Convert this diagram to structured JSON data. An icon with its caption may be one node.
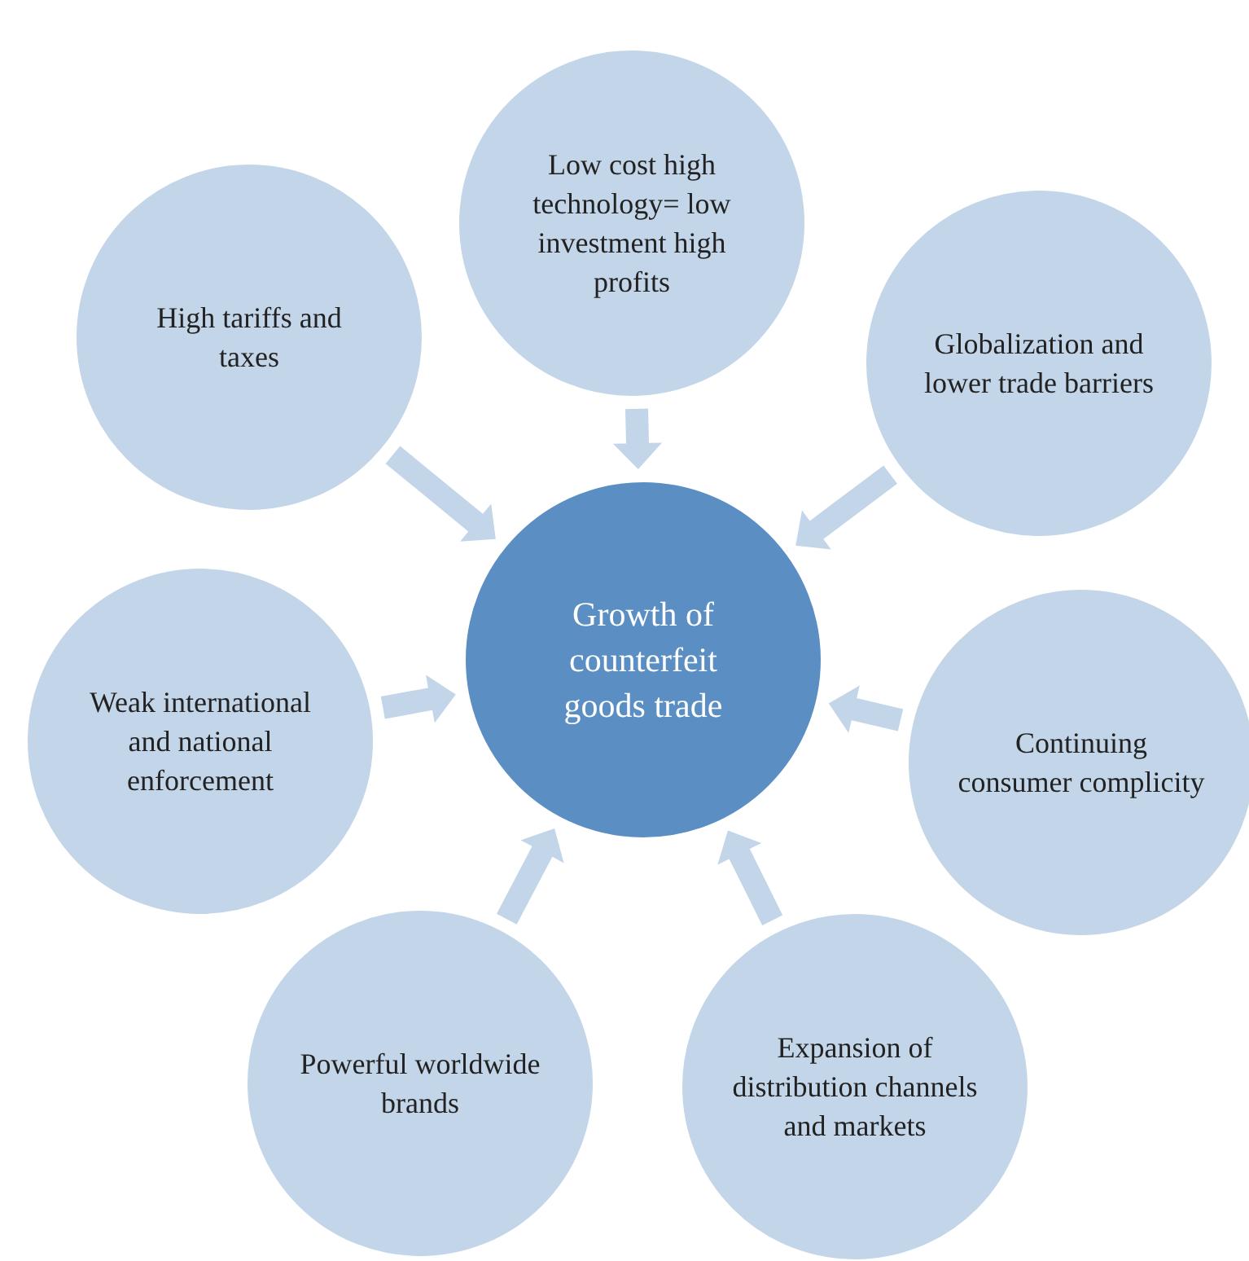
{
  "diagram": {
    "nodes": [
      {
        "text": [
          "Low cost high technology= low investment high profits"
        ]
      },
      {
        "text": [
          "High tariffs and taxes"
        ]
      },
      {
        "text": [
          "Globalization and lower trade barriers"
        ]
      },
      {
        "text": [
          "Growth of counterfeit goods trade"
        ]
      },
      {
        "text": [
          "Weak international and national enforcement"
        ]
      },
      {
        "text": [
          "Continuing consumer complicity"
        ]
      },
      {
        "text": [
          "Powerful worldwide brands"
        ]
      },
      {
        "text": [
          "Expansion of distribution channels and markets"
        ]
      }
    ],
    "edges": [
      {
        "from": 0,
        "to": 3,
        "arrow": "to"
      },
      {
        "from": 1,
        "to": 3,
        "arrow": "to"
      },
      {
        "from": 2,
        "to": 3,
        "arrow": "to"
      },
      {
        "from": 4,
        "to": 3,
        "arrow": "to"
      },
      {
        "from": 5,
        "to": 3,
        "arrow": "to"
      },
      {
        "from": 6,
        "to": 3,
        "arrow": "to"
      },
      {
        "from": 7,
        "to": 3,
        "arrow": "to"
      }
    ]
  }
}
